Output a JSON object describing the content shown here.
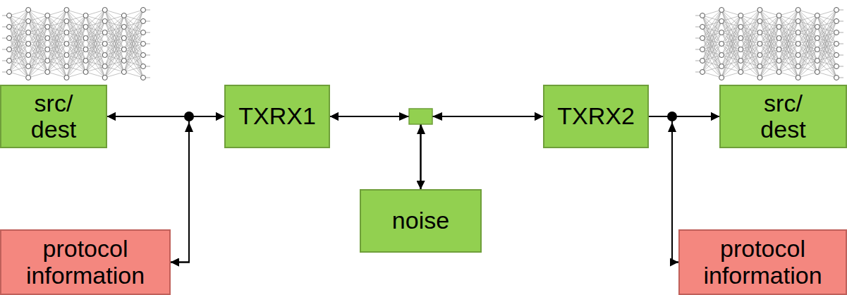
{
  "diagram": {
    "nodes": [
      {
        "text": [
          "src/ dest"
        ]
      },
      {
        "text": [
          "TXRX1"
        ]
      },
      {
        "text": [
          "TXRX2"
        ]
      },
      {
        "text": [
          "src/ dest"
        ]
      },
      {
        "text": [
          "protocol information"
        ]
      },
      {
        "text": [
          "noise"
        ]
      },
      {
        "text": [
          "protocol information"
        ]
      }
    ],
    "edges": [
      {
        "from": 0,
        "to": 1,
        "arrow": "both"
      },
      {
        "from": 4,
        "to": 1,
        "arrow": "both"
      },
      {
        "from": 4,
        "to": 0,
        "arrow": "both"
      },
      {
        "from": 1,
        "to": 2,
        "arrow": "both"
      },
      {
        "from": 5,
        "to": 1,
        "arrow": "both"
      },
      {
        "from": 5,
        "to": 2,
        "arrow": "both"
      },
      {
        "from": 2,
        "to": 3,
        "arrow": "to"
      },
      {
        "from": 2,
        "to": 6,
        "arrow": "to"
      },
      {
        "from": 6,
        "to": 3,
        "arrow": "to"
      }
    ]
  }
}
